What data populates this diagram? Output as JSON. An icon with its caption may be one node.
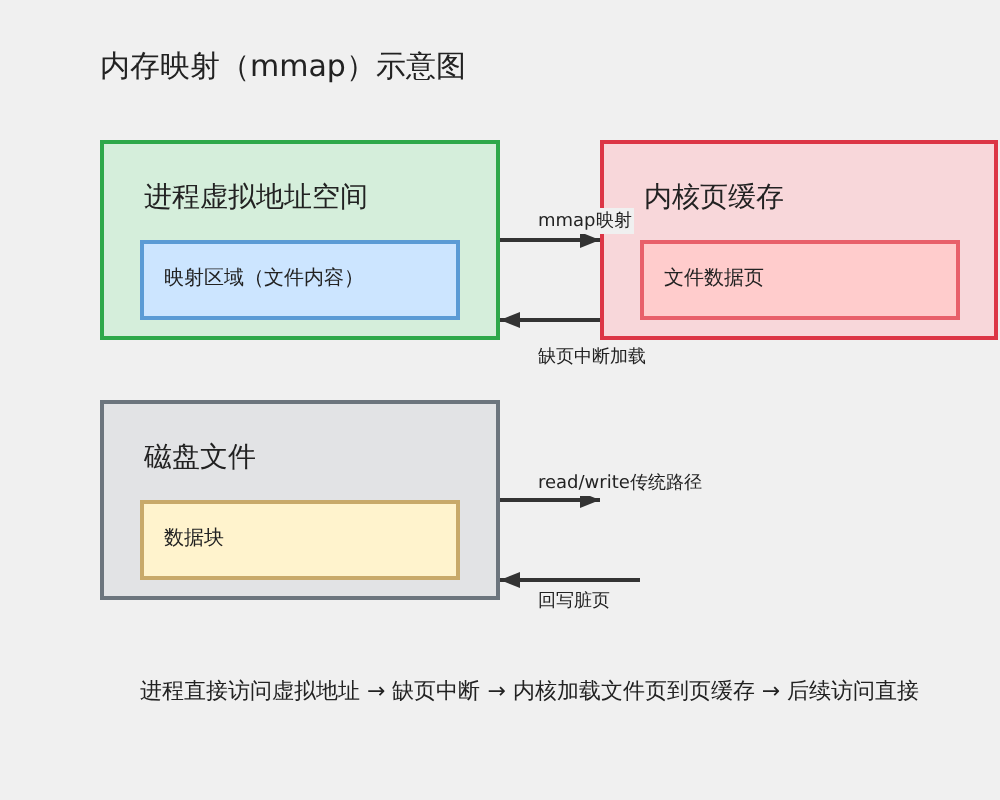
{
  "diagram": {
    "title": "内存映射（mmap）示意图",
    "nodes": [
      {
        "text": [
          "进程虚拟地址空间"
        ]
      },
      {
        "text": [
          "映射区域（文件内容）"
        ],
        "in": 0
      },
      {
        "text": [
          "内核页缓存"
        ]
      },
      {
        "text": [
          "文件数据页"
        ],
        "in": 2
      },
      {
        "text": [
          "磁盘文件"
        ]
      },
      {
        "text": [
          "数据块"
        ],
        "in": 4
      }
    ],
    "edges": [
      {
        "from": 0,
        "to": 2,
        "arrow": "to",
        "label": "mmap映射"
      },
      {
        "from": 3,
        "to": 0,
        "arrow": "to",
        "label": "缺页中断加载"
      },
      {
        "from": 4,
        "to": null,
        "arrow": "to",
        "label": "read/write传统路径"
      },
      {
        "from": null,
        "to": 4,
        "arrow": "to",
        "label": "回写脏页"
      }
    ],
    "labels": [
      "进程直接访问虚拟地址 → 缺页中断 → 内核加载文件页到页缓存 → 后续访问直接"
    ]
  }
}
